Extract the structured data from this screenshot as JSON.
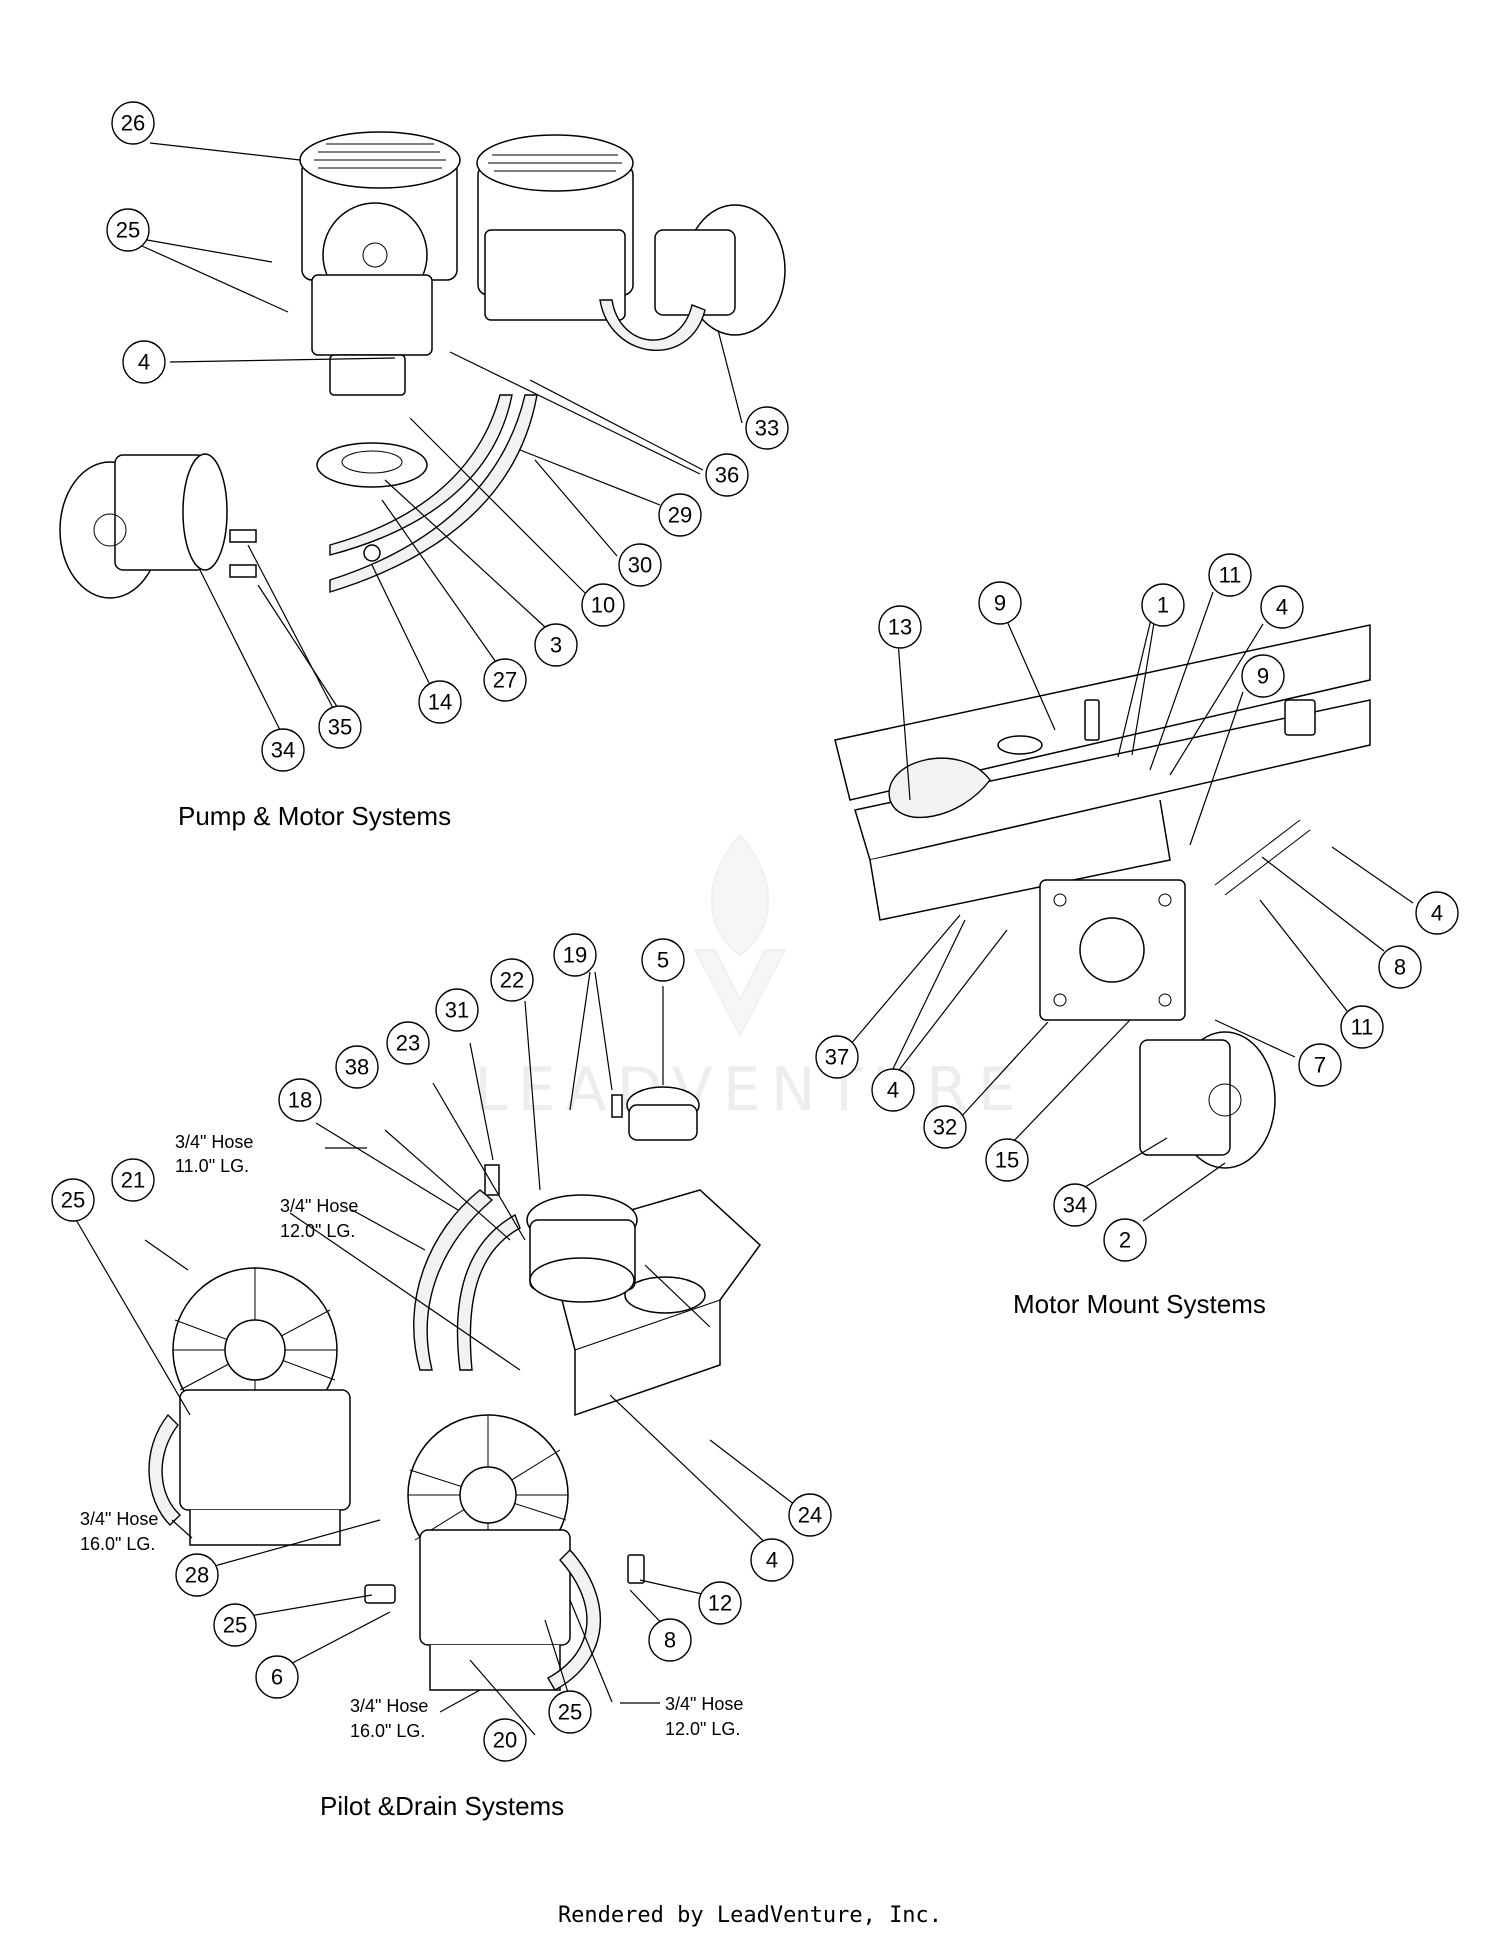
{
  "sections": {
    "pump_motor": "Pump & Motor Systems",
    "motor_mount": "Motor Mount Systems",
    "pilot_drain": "Pilot &Drain Systems"
  },
  "hose_labels": {
    "h1_line1": "3/4\" Hose",
    "h1_line2": "11.0\" LG.",
    "h2_line1": "3/4\" Hose",
    "h2_line2": "12.0\" LG.",
    "h3_line1": "3/4\" Hose",
    "h3_line2": "16.0\" LG.",
    "h4_line1": "3/4\" Hose",
    "h4_line2": "16.0\" LG.",
    "h5_line1": "3/4\" Hose",
    "h5_line2": "12.0\" LG."
  },
  "watermark": "LEADVENTURE",
  "footer": "Rendered by LeadVenture, Inc.",
  "callouts": {
    "pump_motor": [
      "26",
      "25",
      "4",
      "33",
      "36",
      "29",
      "30",
      "10",
      "3",
      "27",
      "14",
      "35",
      "34"
    ],
    "motor_mount": [
      "13",
      "9",
      "1",
      "11",
      "4",
      "9",
      "4",
      "8",
      "11",
      "7",
      "37",
      "4",
      "32",
      "15",
      "34",
      "2"
    ],
    "pilot_drain": [
      "19",
      "5",
      "22",
      "31",
      "23",
      "38",
      "18",
      "21",
      "25",
      "24",
      "4",
      "12",
      "8",
      "28",
      "25",
      "6",
      "25",
      "20"
    ]
  }
}
